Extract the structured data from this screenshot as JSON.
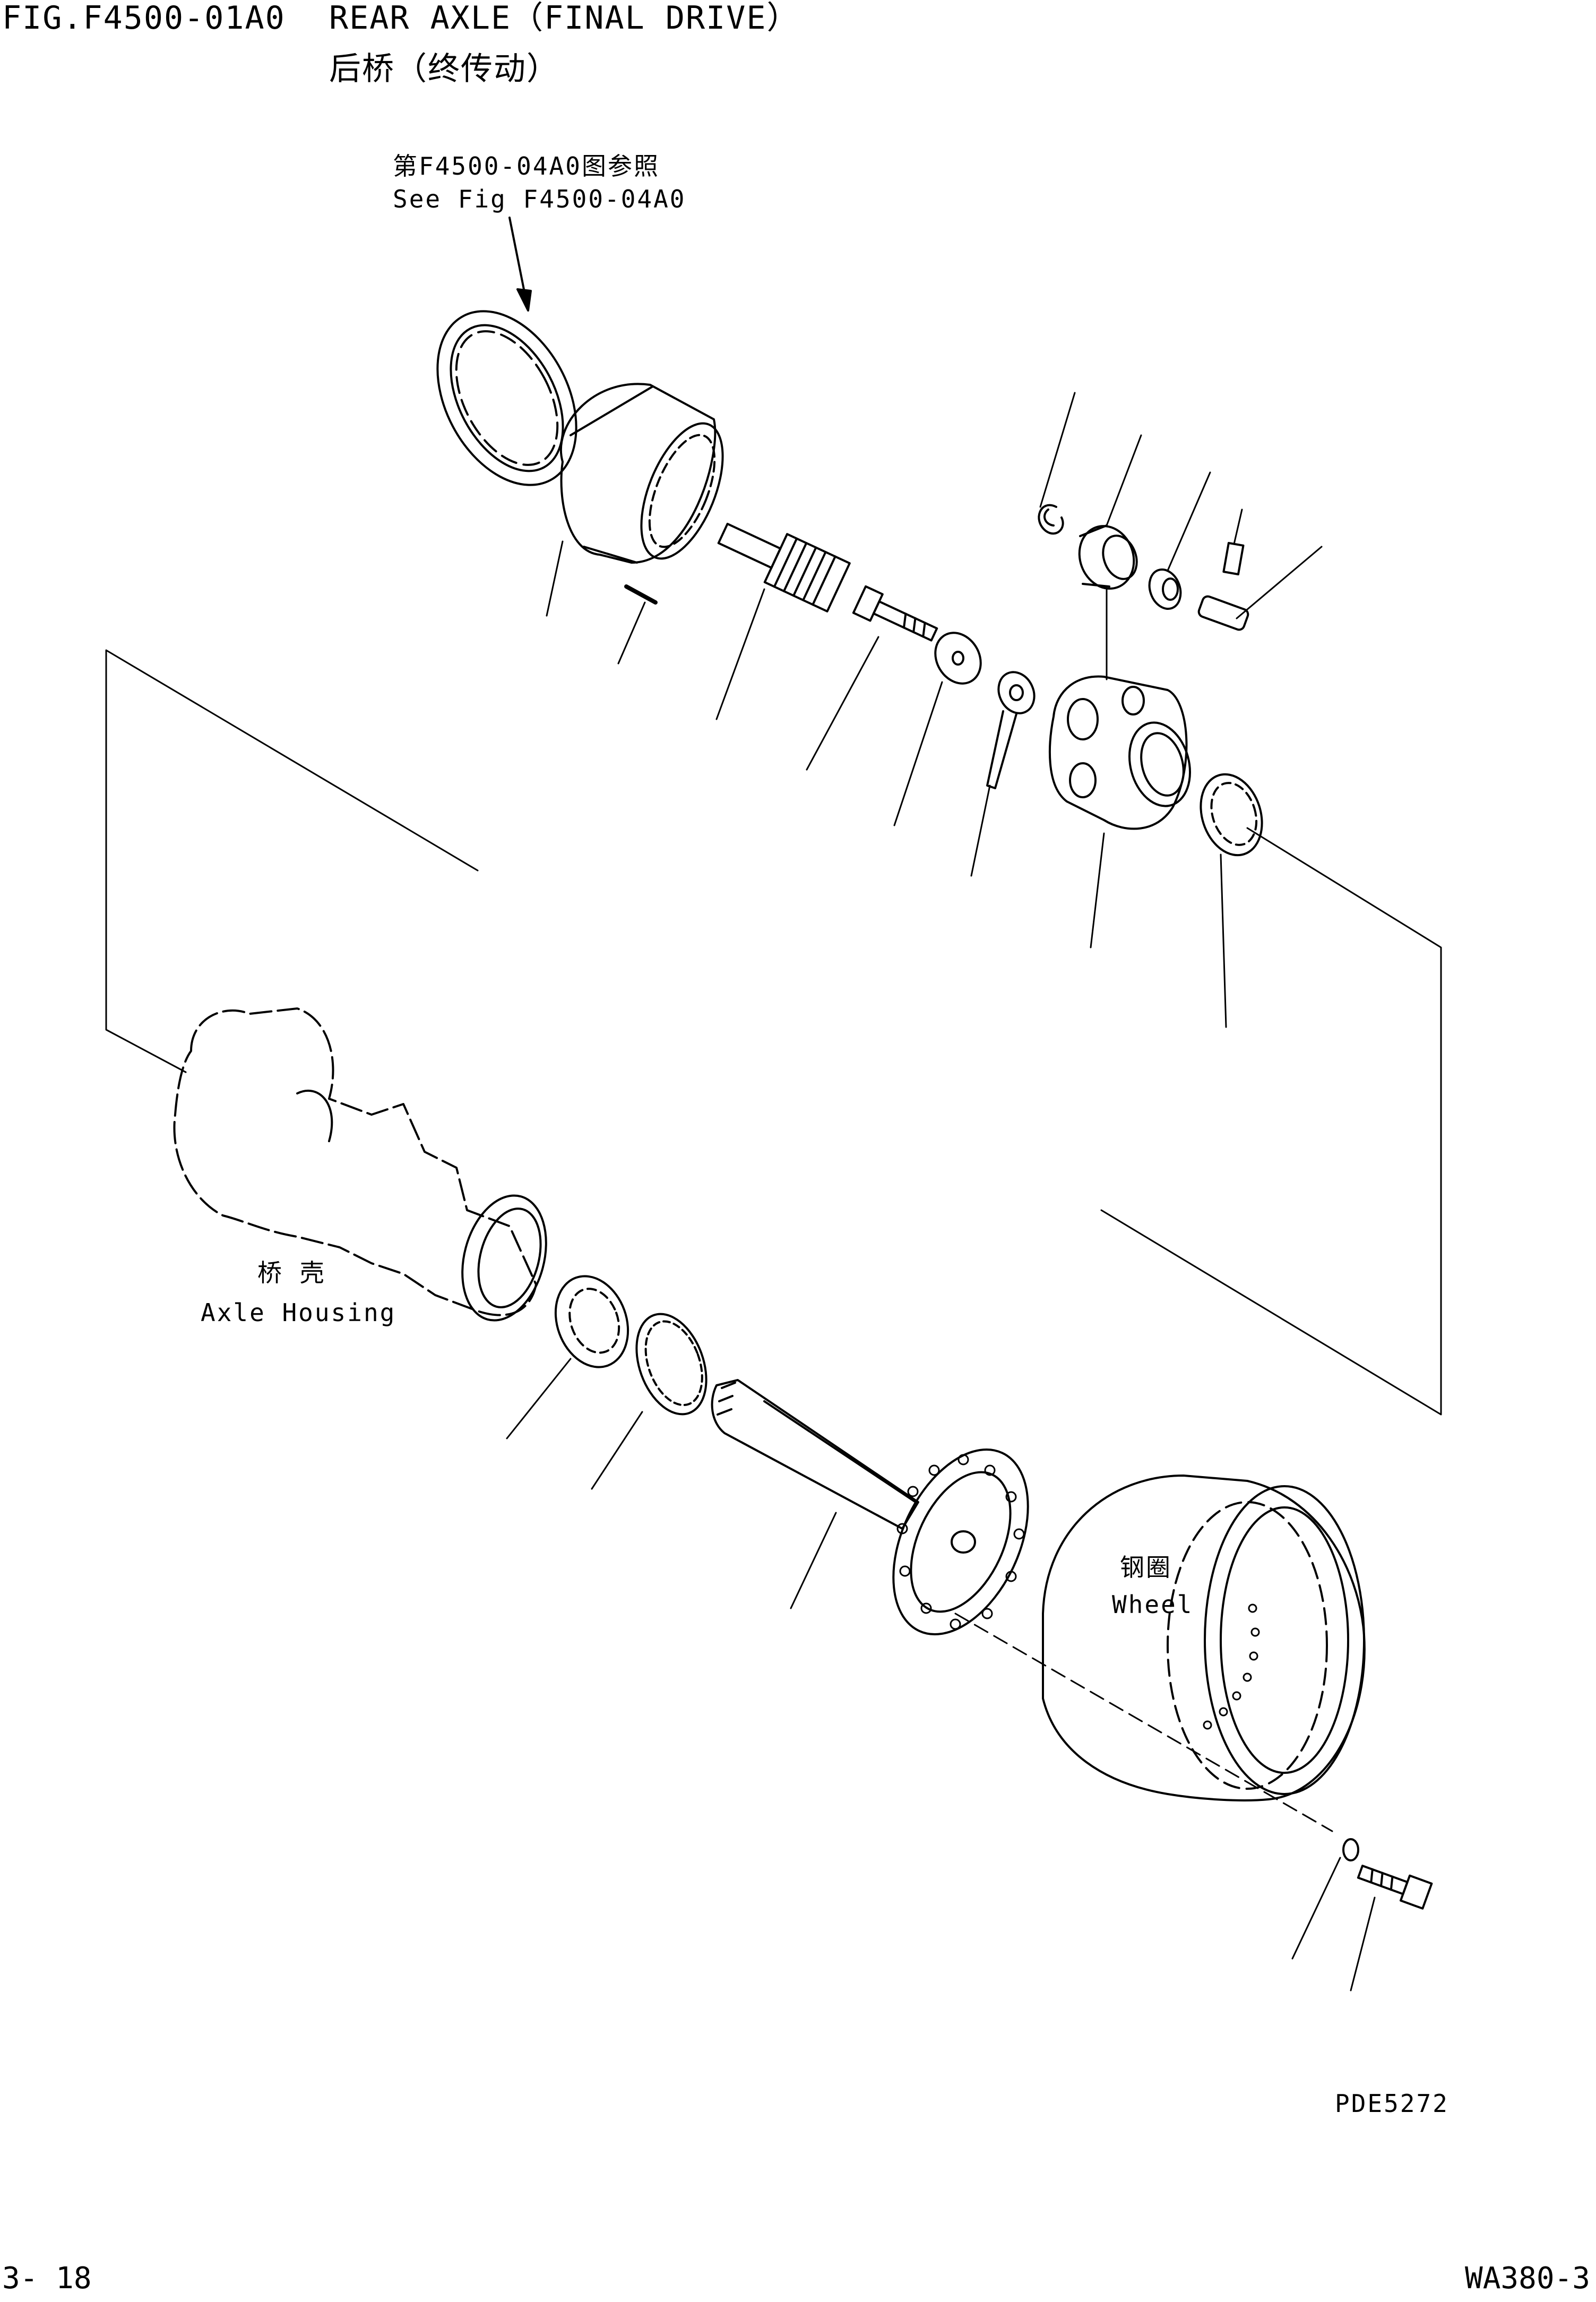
{
  "header": {
    "fig_number": "FIG.F4500-01A0",
    "title_en": "REAR AXLE（FINAL DRIVE）",
    "title_cn": "后桥（终传动）"
  },
  "reference": {
    "line_cn": "第F4500-04A0图参照",
    "line_en": "See Fig F4500-04A0"
  },
  "labels": {
    "axle_housing_cn": "桥 壳",
    "axle_housing_en": "Axle Housing",
    "wheel_cn": "钢圈",
    "wheel_en": "Wheel"
  },
  "footer": {
    "drawing_code": "PDE5272",
    "page_number": "3- 18",
    "model": "WA380-3"
  }
}
